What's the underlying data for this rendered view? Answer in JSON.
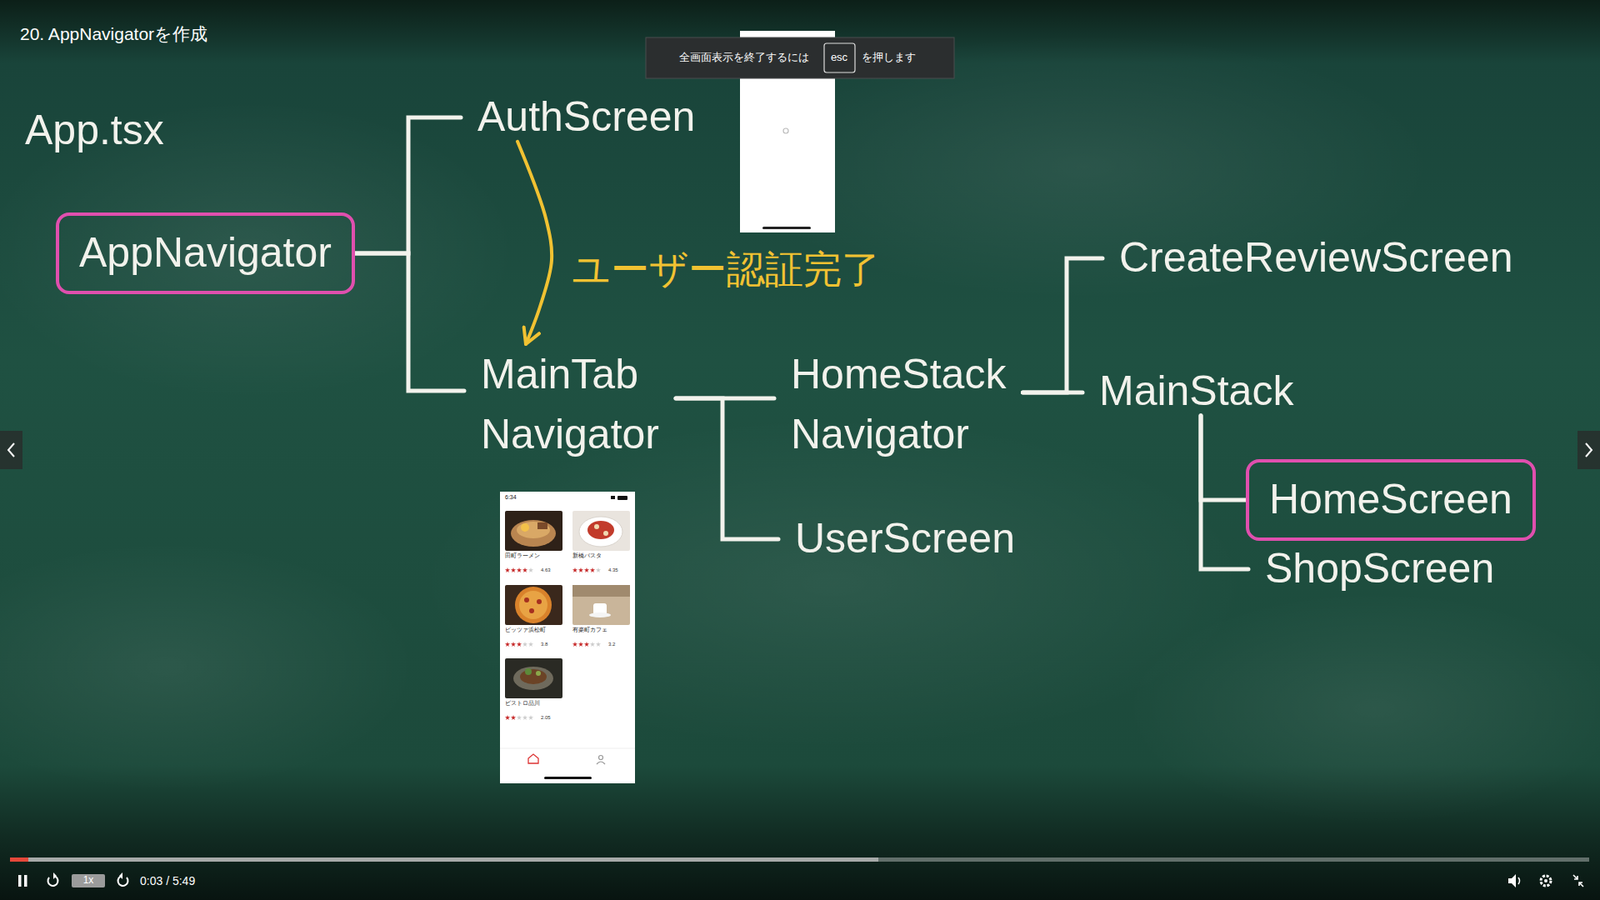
{
  "diagram": {
    "title": "20. AppNavigatorを作成",
    "nodes": [
      {
        "text": [
          "AppNavigator"
        ]
      },
      {
        "text": [
          "AuthScreen"
        ]
      },
      {
        "text": [
          "MainTab Navigator"
        ]
      },
      {
        "text": [
          "HomeStack Navigator"
        ]
      },
      {
        "text": [
          "UserScreen"
        ]
      },
      {
        "text": [
          "CreateReviewScreen"
        ]
      },
      {
        "text": [
          "MainStack"
        ]
      },
      {
        "text": [
          "HomeScreen"
        ]
      },
      {
        "text": [
          "ShopScreen"
        ]
      }
    ],
    "edges": [
      {
        "from": 0,
        "to": 1,
        "arrow": "none"
      },
      {
        "from": 0,
        "to": 2,
        "arrow": "none"
      },
      {
        "from": 1,
        "to": 2,
        "label": "ユーザー認証完了",
        "arrow": "to"
      },
      {
        "from": 2,
        "to": 3,
        "arrow": "none"
      },
      {
        "from": 2,
        "to": 4,
        "arrow": "none"
      },
      {
        "from": 3,
        "to": 5,
        "arrow": "none"
      },
      {
        "from": 3,
        "to": 6,
        "arrow": "none"
      },
      {
        "from": 6,
        "to": 7,
        "arrow": "none"
      },
      {
        "from": 6,
        "to": 8,
        "arrow": "none"
      }
    ],
    "labels": [
      "全画面表示を終了するには",
      "esc",
      "を押します",
      "App.tsx",
      "6:34",
      "田町ラーメン",
      "4.63",
      "新橋パスタ",
      "4.35",
      "ピッツァ浜松町",
      "3.8",
      "有楽町カフェ",
      "3.2",
      "ビストロ品川",
      "2.05",
      "1x",
      "0:03 / 5:49"
    ]
  }
}
